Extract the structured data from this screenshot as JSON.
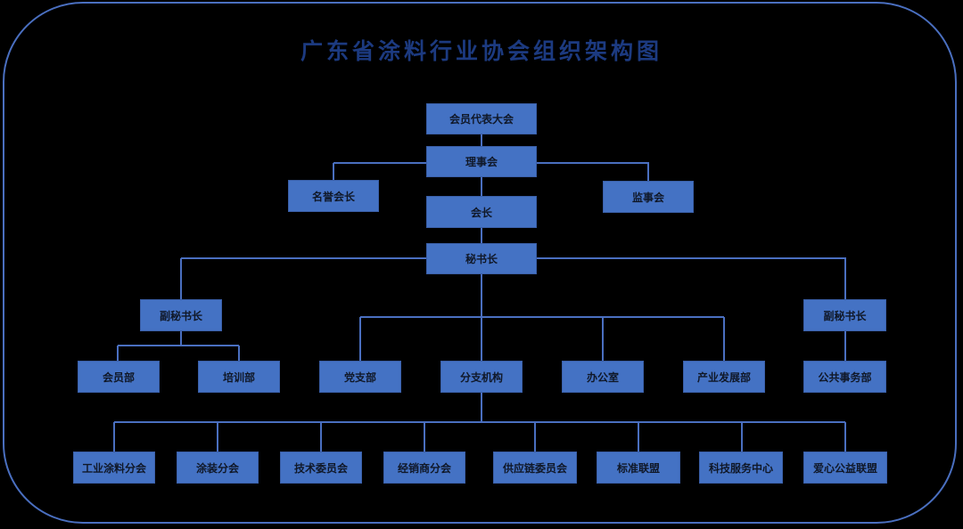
{
  "title": "广东省涂料行业协会组织架构图",
  "nodes": {
    "congress": "会员代表大会",
    "council": "理事会",
    "honorary_president": "名誉会长",
    "supervisory_board": "监事会",
    "president": "会长",
    "secretary_general": "秘书长",
    "deputy_left": "副秘书长",
    "deputy_right": "副秘书长",
    "departments": [
      "会员部",
      "培训部",
      "党支部",
      "分支机构",
      "办公室",
      "产业发展部",
      "公共事务部"
    ],
    "branches": [
      "工业涂料分会",
      "涂装分会",
      "技术委员会",
      "经销商分会",
      "供应链委员会",
      "标准联盟",
      "科技服务中心",
      "爱心公益联盟"
    ]
  },
  "colors": {
    "box": "#4472c4",
    "line": "#4a6fc0",
    "title": "#1c3a80"
  }
}
